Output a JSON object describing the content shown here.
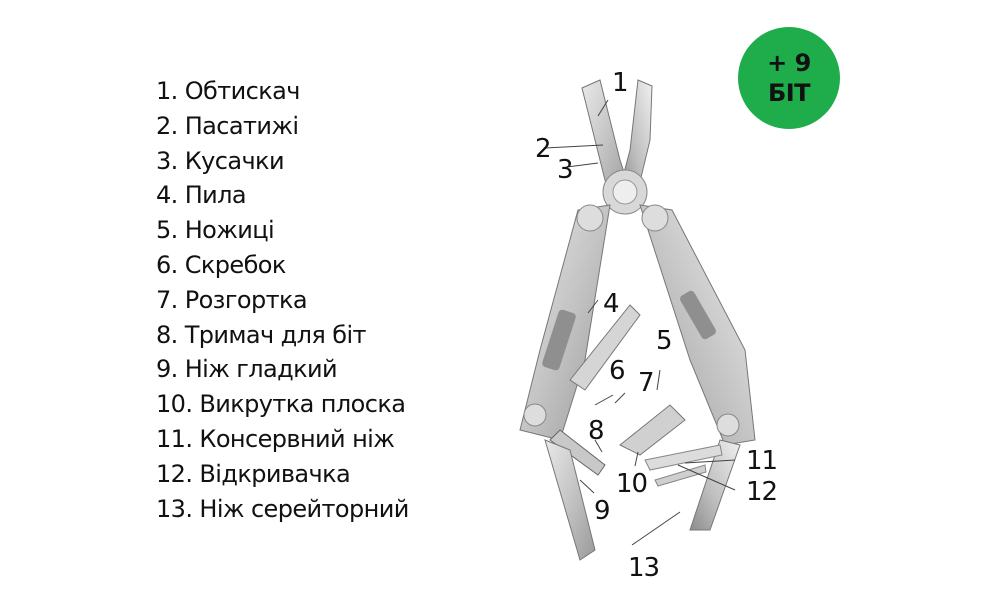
{
  "legend": {
    "items": [
      "1. Обтискач",
      "2. Пасатижі",
      "3. Кусачки",
      "4. Пила",
      "5. Ножиці",
      "6. Скребок",
      "7. Розгортка",
      "8. Тримач для біт",
      "9. Ніж гладкий",
      "10. Викрутка плоска",
      "11. Консервний ніж",
      "12. Відкривачка",
      "13. Ніж серейторний"
    ]
  },
  "badge": {
    "line1": "+ 9",
    "line2": "БІТ",
    "color": "#1fac4b"
  },
  "callouts": [
    "1",
    "2",
    "3",
    "4",
    "5",
    "6",
    "7",
    "8",
    "9",
    "10",
    "11",
    "12",
    "13"
  ],
  "image": {
    "subject": "multitool-illustration"
  }
}
